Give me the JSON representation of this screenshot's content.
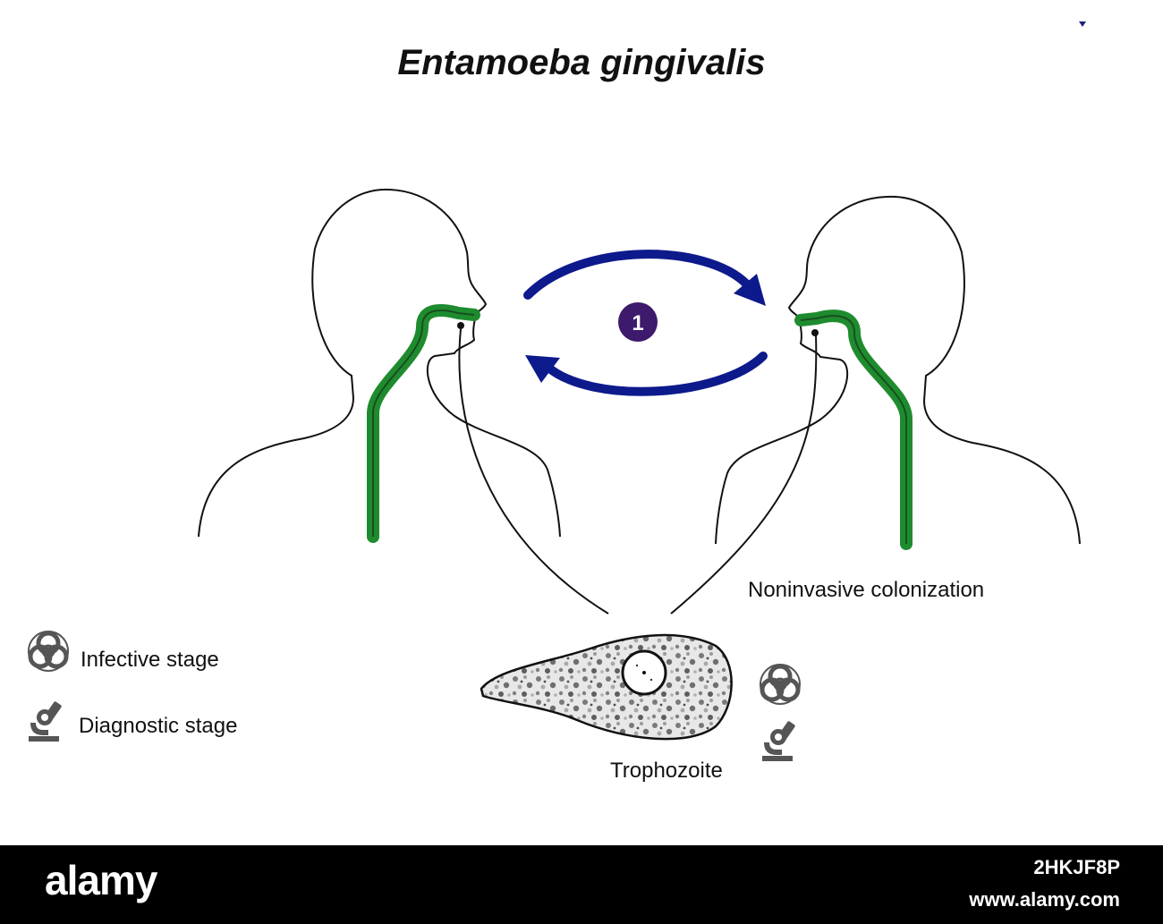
{
  "title": "Entamoeba gingivalis",
  "step_number": "1",
  "labels": {
    "colonization": "Noninvasive colonization",
    "trophozoite": "Trophozoite"
  },
  "legend": {
    "infective": "Infective stage",
    "diagnostic": "Diagnostic stage"
  },
  "watermark": {
    "brand": "alamy",
    "image_id": "2HKJF8P",
    "site": "www.alamy.com"
  },
  "colors": {
    "arrow": "#0d1a8c",
    "tract": "#1e8c2e",
    "step_circle": "#3d1a6b",
    "icon": "#555555",
    "footer": "#000000"
  },
  "icons": [
    "biohazard-icon",
    "microscope-icon"
  ]
}
